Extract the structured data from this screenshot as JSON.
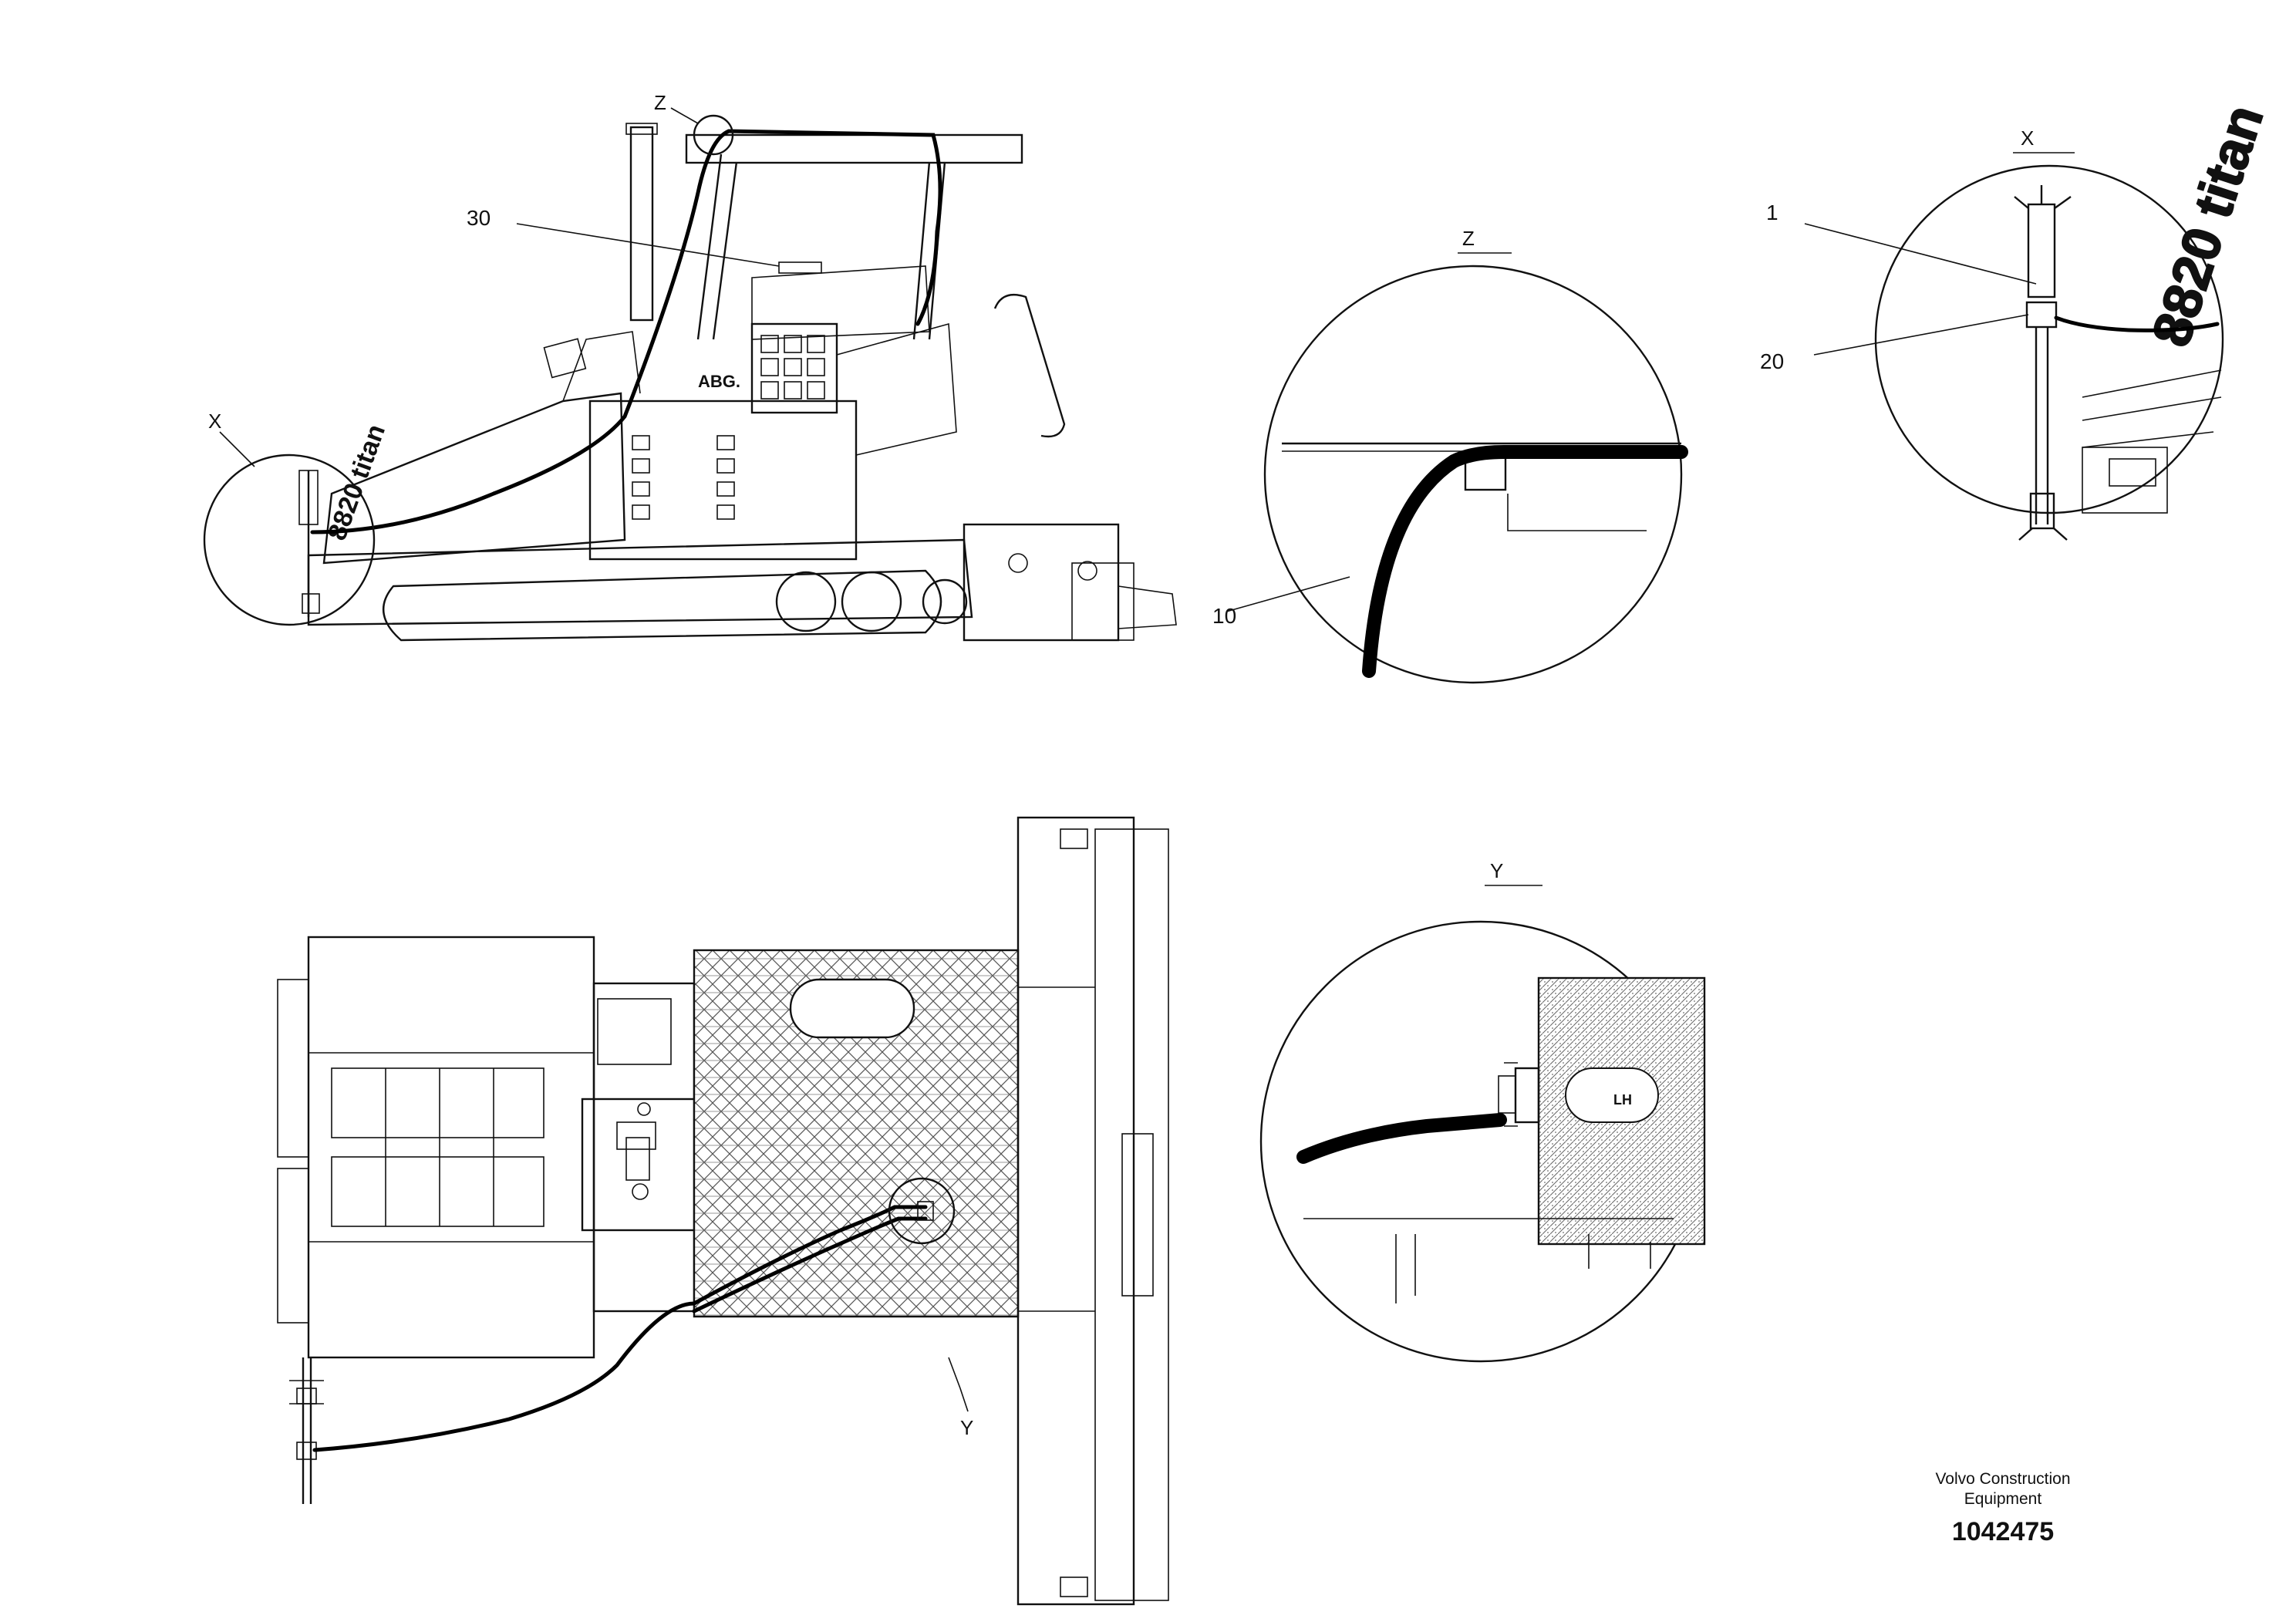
{
  "labels": {
    "view_z_main": "Z",
    "view_x_main": "X",
    "view_y_main": "Y",
    "detail_z_title": "Z",
    "detail_x_title": "X",
    "detail_y_title": "Y",
    "callout_30": "30",
    "callout_10": "10",
    "callout_1": "1",
    "callout_20": "20",
    "machine_badge": "ABG.",
    "decal_text": "8820 titan",
    "lh_marker": "LH"
  },
  "footer": {
    "company_line1": "Volvo Construction",
    "company_line2": "Equipment",
    "drawing_number": "1042475"
  }
}
